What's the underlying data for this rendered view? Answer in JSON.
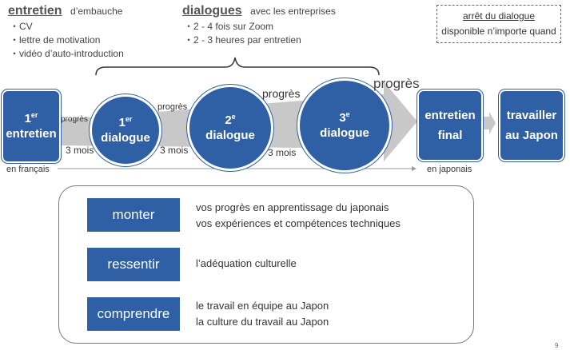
{
  "header": {
    "entretien": {
      "title": "entretien",
      "subtitle": "d’embauche",
      "items": [
        "CV",
        "lettre de motivation",
        "vidéo d’auto-introduction"
      ]
    },
    "dialogues": {
      "title": "dialogues",
      "subtitle": "avec les entreprises",
      "items": [
        "2 - 4 fois sur Zoom",
        "2 - 3 heures par entretien"
      ]
    },
    "stop_note": {
      "line1": "arrêt du dialogue",
      "line2": "disponible n’importe quand"
    }
  },
  "flow": {
    "first_interview": {
      "num": "1",
      "sup": "er",
      "label": "entretien"
    },
    "dialogue1": {
      "num": "1",
      "sup": "er",
      "label": "dialogue"
    },
    "dialogue2": {
      "num": "2",
      "sup": "e",
      "label": "dialogue"
    },
    "dialogue3": {
      "num": "3",
      "sup": "e",
      "label": "dialogue"
    },
    "final_interview": {
      "line1": "entretien",
      "line2": "final"
    },
    "work_japan": {
      "line1": "travailler",
      "line2": "au Japon"
    },
    "progress_labels": [
      "progrès",
      "progrès",
      "progrès",
      "progrès"
    ],
    "duration_labels": [
      "3 mois",
      "3 mois",
      "3 mois"
    ],
    "lang_left": "en français",
    "lang_right": "en japonais"
  },
  "criteria": [
    {
      "verb": "monter",
      "lines": [
        "vos progrès en apprentissage du japonais",
        "vos expériences et compétences techniques"
      ]
    },
    {
      "verb": "ressentir",
      "lines": [
        "l’adéquation culturelle"
      ]
    },
    {
      "verb": "comprendre",
      "lines": [
        "le travail en équipe au Japon",
        "la culture du travail au Japon"
      ]
    }
  ],
  "page_number": "9",
  "colors": {
    "accent": "#2f5fa5",
    "arrow": "#c8c8c8"
  }
}
